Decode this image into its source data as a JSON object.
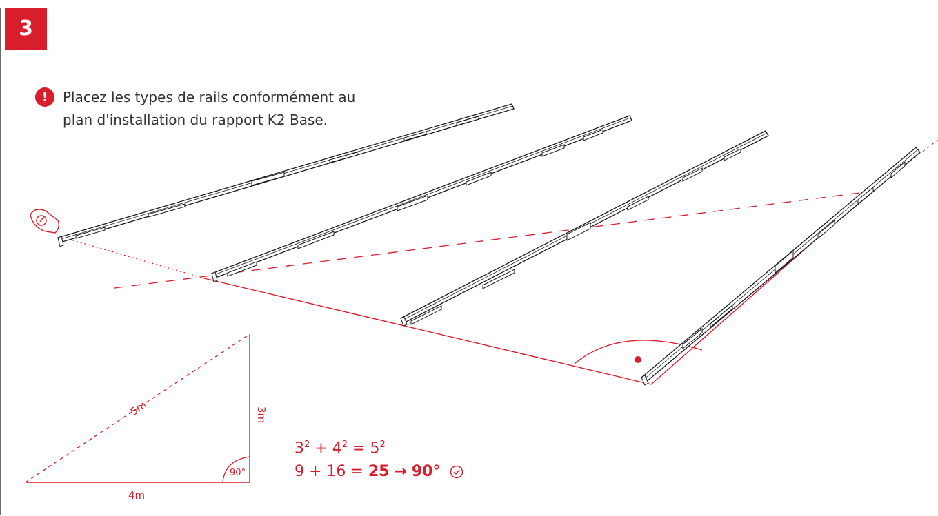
{
  "step": {
    "number": "3"
  },
  "note": {
    "line1": "Placez les types de rails conformément au",
    "line2": "plan d'installation du rapport K2 Base."
  },
  "triangle": {
    "hypotenuse": "5m",
    "side_vertical": "3m",
    "side_horizontal": "4m",
    "angle": "90°"
  },
  "formula": {
    "a": "3",
    "b": "4",
    "c": "5",
    "exp": "2",
    "plus": "+",
    "eq": "=",
    "line2_left": "9 + 16",
    "result": "25",
    "arrow": "→",
    "angle": "90°"
  },
  "colors": {
    "accent": "#d81e2c",
    "line": "#1a1a1a"
  },
  "icons": {
    "warning": "exclamation-icon",
    "check": "check-circle-icon",
    "measuring_tape": "measuring-tape-icon"
  }
}
